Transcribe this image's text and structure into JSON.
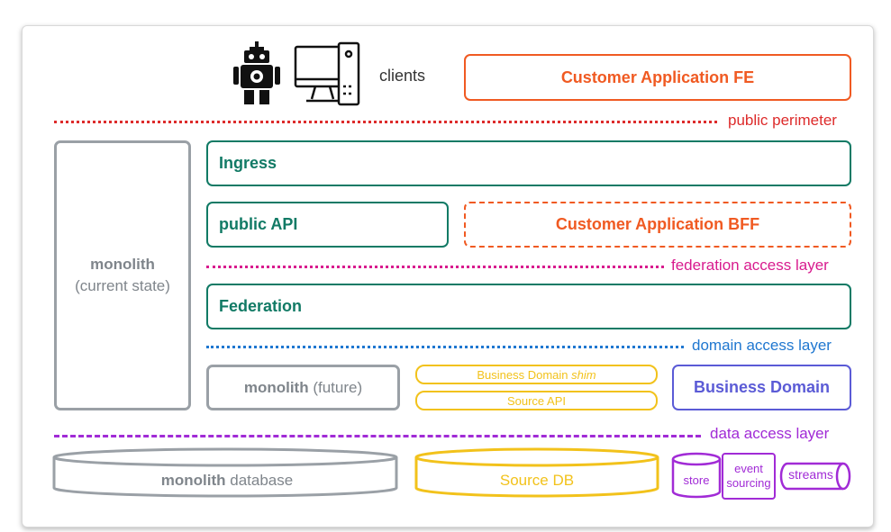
{
  "colors": {
    "customer": "#f05a22",
    "green": "#117a65",
    "gray": "#9aa0a6",
    "grayText": "#7f858b",
    "yellow": "#f2c21b",
    "blue": "#5b5bd6",
    "purple": "#a12bd6",
    "red": "#dd2b2b",
    "magenta": "#d81b8e",
    "domainBlue": "#1f77d0"
  },
  "clients": {
    "label": "clients",
    "robot_icon": "robot-icon",
    "desktop_icon": "desktop-computer-icon"
  },
  "boxes": {
    "customer_fe": "Customer Application FE",
    "ingress": "Ingress",
    "public_api": "public API",
    "customer_bff": "Customer Application BFF",
    "federation": "Federation",
    "monolith_current_bold": "monolith",
    "monolith_current_sub": "(current state)",
    "monolith_future_bold": "monolith",
    "monolith_future_sub": "(future)",
    "shim_text": "Business Domain ",
    "shim_italic": "shim",
    "source_api": "Source API",
    "business_domain": "Business Domain"
  },
  "layers": {
    "public_perimeter": "public perimeter",
    "federation_access": "federation access layer",
    "domain_access": "domain access layer",
    "data_access": "data access layer"
  },
  "databases": {
    "monolith_db_bold": "monolith",
    "monolith_db_rest": " database",
    "source_db": "Source DB",
    "store": "store",
    "event_sourcing": "event sourcing",
    "streams": "streams"
  }
}
